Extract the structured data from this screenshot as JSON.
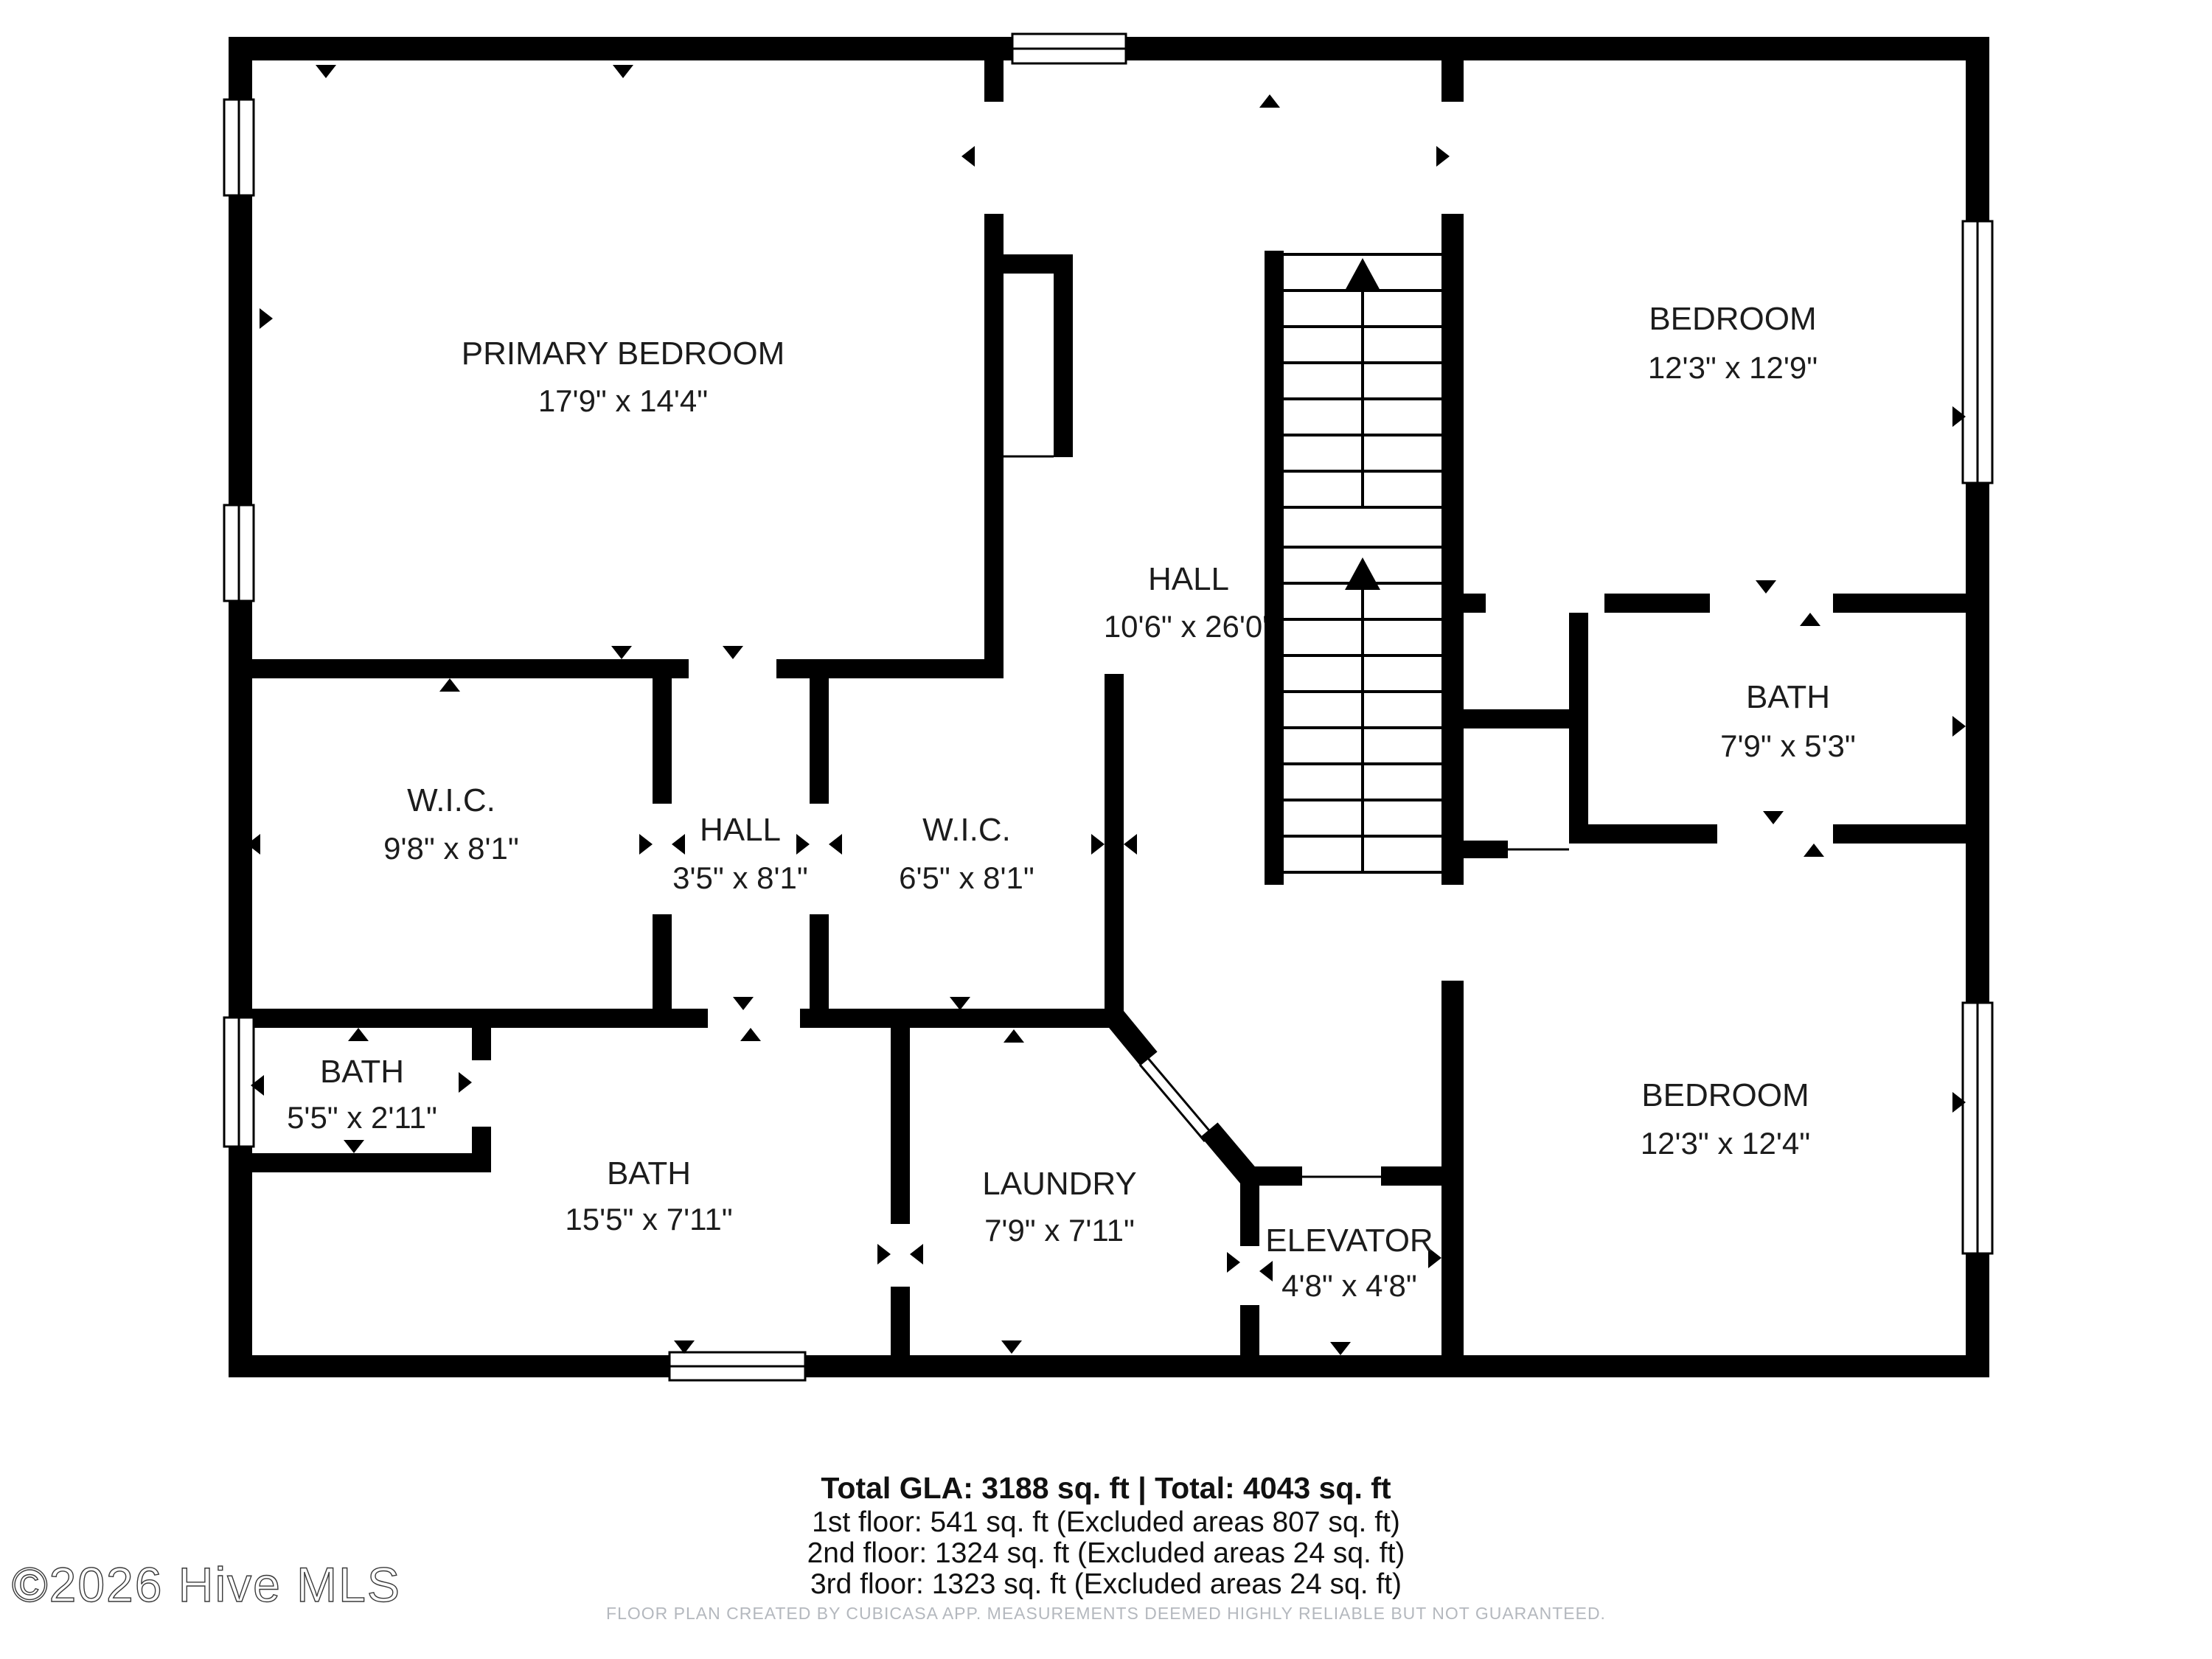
{
  "floor_plan": {
    "rooms": {
      "primary_bedroom": {
        "name": "PRIMARY BEDROOM",
        "dims": "17'9\" x 14'4\""
      },
      "bedroom_top": {
        "name": "BEDROOM",
        "dims": "12'3\" x 12'9\""
      },
      "hall": {
        "name": "HALL",
        "dims": "10'6\" x 26'0\""
      },
      "bath_ensuite": {
        "name": "BATH",
        "dims": "7'9\" x 5'3\""
      },
      "wic_left": {
        "name": "W.I.C.",
        "dims": "9'8\" x 8'1\""
      },
      "hall_small": {
        "name": "HALL",
        "dims": "3'5\" x 8'1\""
      },
      "wic_right": {
        "name": "W.I.C.",
        "dims": "6'5\" x 8'1\""
      },
      "bath_small": {
        "name": "BATH",
        "dims": "5'5\" x 2'11\""
      },
      "bath_main": {
        "name": "BATH",
        "dims": "15'5\" x 7'11\""
      },
      "laundry": {
        "name": "LAUNDRY",
        "dims": "7'9\" x 7'11\""
      },
      "elevator": {
        "name": "ELEVATOR",
        "dims": "4'8\" x 4'8\""
      },
      "bedroom_bottom": {
        "name": "BEDROOM",
        "dims": "12'3\" x 12'4\""
      }
    },
    "summary": {
      "total": "Total GLA: 3188 sq. ft | Total: 4043 sq. ft",
      "floor1": "1st floor: 541 sq. ft (Excluded areas 807 sq. ft)",
      "floor2": "2nd floor: 1324 sq. ft (Excluded areas 24 sq. ft)",
      "floor3": "3rd floor: 1323 sq. ft (Excluded areas 24 sq. ft)"
    },
    "disclaimer": "FLOOR PLAN CREATED BY CUBICASA APP. MEASUREMENTS DEEMED HIGHLY RELIABLE BUT NOT GUARANTEED.",
    "watermark": "©2026 Hive MLS",
    "colors": {
      "wall": "#000000",
      "text": "#1c1c1c",
      "muted": "#b4b8be"
    }
  }
}
